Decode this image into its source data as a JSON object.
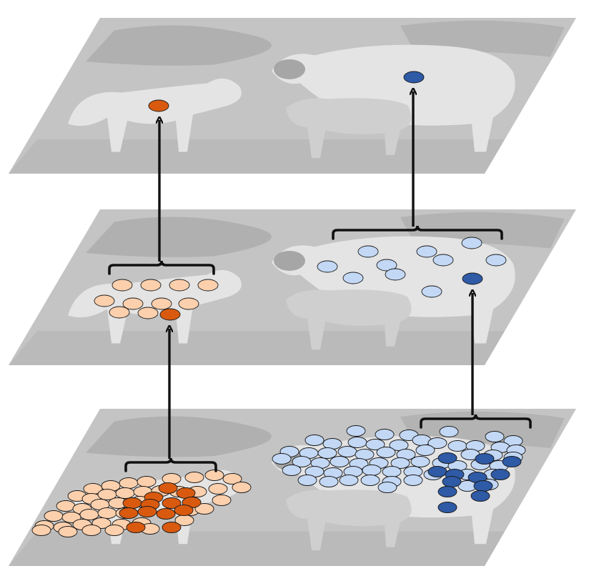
{
  "colors": {
    "background": "#ffffff",
    "plane_fill": "#c4c4c4",
    "grass": "#a8a8a8",
    "rock": "#9a9a9a",
    "animal": "#e4e4e4",
    "animal_shadow": "#cfcfcf",
    "dark_feature": "#8c8c8c",
    "light_orange": "#fdd0ad",
    "dark_orange": "#d95a0f",
    "light_blue": "#c3d8f5",
    "dark_blue": "#2e5aa6",
    "stroke": "#1a1a1a",
    "arrow": "#111111"
  },
  "layers": [
    "top-layer",
    "middle-layer",
    "bottom-layer"
  ],
  "groups": [
    {
      "name": "lamb-group",
      "description_color": "orange"
    },
    {
      "name": "sheep-group",
      "description_color": "blue"
    }
  ],
  "icons": [
    "arrow-up-icon",
    "bracket-icon"
  ]
}
